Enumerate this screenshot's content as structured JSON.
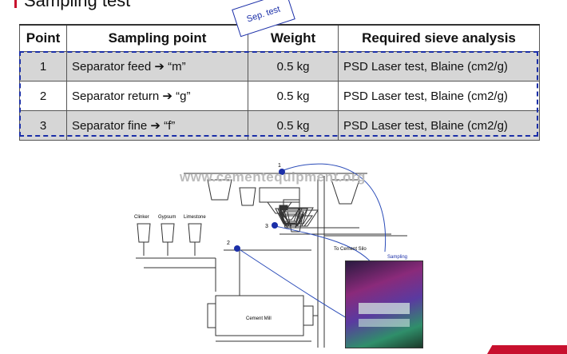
{
  "page": {
    "title": "Sampling test"
  },
  "tag": {
    "label": "Sep. test"
  },
  "table": {
    "headers": [
      "Point",
      "Sampling point",
      "Weight",
      "Required sieve analysis"
    ],
    "rows": [
      {
        "point": "1",
        "sampling_point": "Separator feed ➔ “m”",
        "weight": "0.5 kg",
        "analysis": "PSD Laser test, Blaine (cm2/g)"
      },
      {
        "point": "2",
        "sampling_point": "Separator return ➔ “g”",
        "weight": "0.5 kg",
        "analysis": "PSD Laser test, Blaine (cm2/g)"
      },
      {
        "point": "3",
        "sampling_point": "Separator fine ➔ “f”",
        "weight": "0.5 kg",
        "analysis": "PSD Laser test, Blaine (cm2/g)"
      }
    ]
  },
  "diagram": {
    "watermark": "www.cementequipment.org",
    "labels": {
      "clinker": "Clinker",
      "gypsum": "Gypsum",
      "limestone": "Limestone",
      "silo": "To Cement Silo",
      "sampling": "Sampling",
      "mill": "Cement Mill"
    },
    "points": [
      "1",
      "2",
      "3"
    ]
  },
  "colors": {
    "accent": "#c8102e",
    "dash": "#1b2fa8",
    "shade": "#d6d6d6"
  }
}
